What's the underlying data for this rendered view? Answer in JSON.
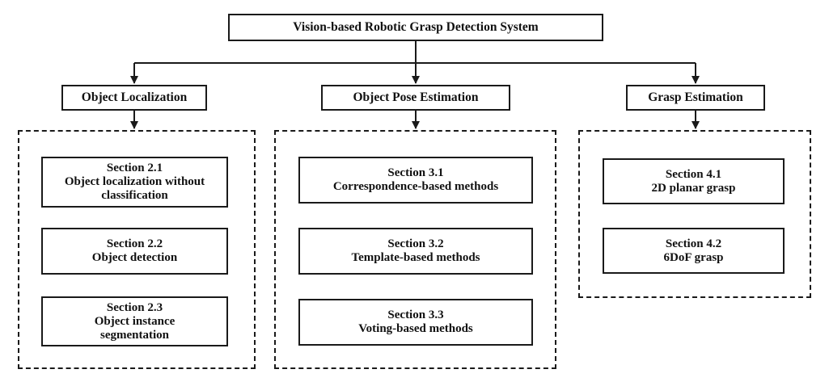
{
  "root": {
    "title": "Vision-based Robotic Grasp Detection System"
  },
  "categories": [
    {
      "label": "Object Localization",
      "sections": [
        {
          "section": "Section 2.1",
          "lines": [
            "Object localization without",
            "classification"
          ]
        },
        {
          "section": "Section 2.2",
          "lines": [
            "Object detection"
          ]
        },
        {
          "section": "Section 2.3",
          "lines": [
            "Object instance",
            "segmentation"
          ]
        }
      ]
    },
    {
      "label": "Object Pose Estimation",
      "sections": [
        {
          "section": "Section 3.1",
          "lines": [
            "Correspondence-based methods"
          ]
        },
        {
          "section": "Section 3.2",
          "lines": [
            "Template-based methods"
          ]
        },
        {
          "section": "Section 3.3",
          "lines": [
            "Voting-based methods"
          ]
        }
      ]
    },
    {
      "label": "Grasp Estimation",
      "sections": [
        {
          "section": "Section 4.1",
          "lines": [
            "2D planar grasp"
          ]
        },
        {
          "section": "Section 4.2",
          "lines": [
            "6DoF grasp"
          ]
        }
      ]
    }
  ]
}
